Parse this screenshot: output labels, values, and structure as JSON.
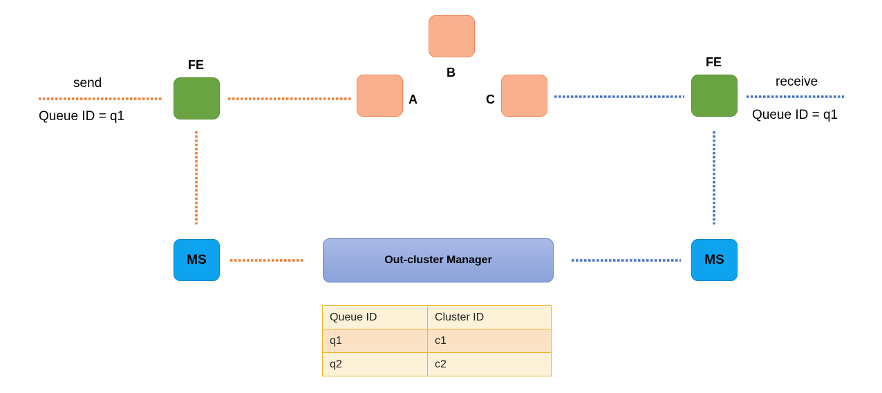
{
  "colors": {
    "orange_link": "#ed7d31",
    "blue_link": "#4472c4",
    "fe_fill": "#6aa442",
    "node_fill": "#f9b08e",
    "ms_fill": "#0ea3ee",
    "manager_fill": "#8ba2da",
    "table_border": "#f2b52e"
  },
  "left": {
    "action": "send",
    "queue_id": "Queue ID = q1",
    "fe_label": "FE",
    "ms_label": "MS"
  },
  "right": {
    "action": "receive",
    "queue_id": "Queue ID = q1",
    "fe_label": "FE",
    "ms_label": "MS"
  },
  "nodes": {
    "a": "A",
    "b": "B",
    "c": "C"
  },
  "manager": {
    "label": "Out-cluster Manager"
  },
  "mapping_table": {
    "headers": [
      "Queue ID",
      "Cluster ID"
    ],
    "rows": [
      [
        "q1",
        "c1"
      ],
      [
        "q2",
        "c2"
      ]
    ]
  }
}
